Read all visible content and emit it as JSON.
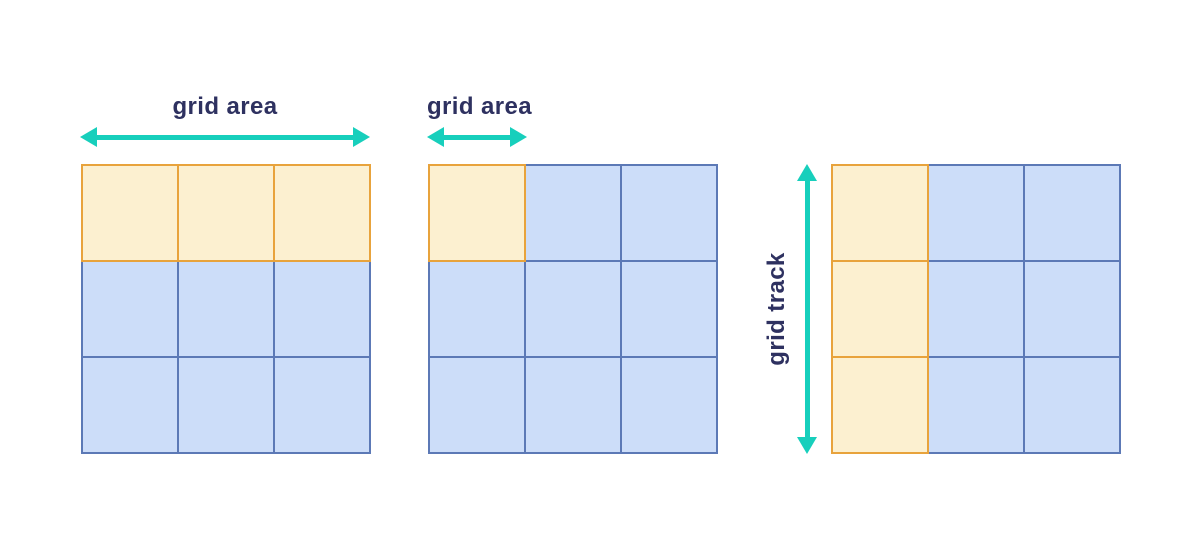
{
  "colors": {
    "accent_teal": "#17CFBC",
    "label_navy": "#2E3160",
    "highlight_fill": "#FCF0D0",
    "highlight_border": "#E8A33C",
    "cell_fill": "#CCDDF9",
    "cell_border": "#5C79B6"
  },
  "figures": [
    {
      "label": "grid area",
      "arrow": "horizontal",
      "arrow_span": "full-grid-width",
      "cells": [
        [
          "highlight",
          "highlight",
          "highlight"
        ],
        [
          "normal",
          "normal",
          "normal"
        ],
        [
          "normal",
          "normal",
          "normal"
        ]
      ]
    },
    {
      "label": "grid area",
      "arrow": "horizontal",
      "arrow_span": "one-cell-width",
      "cells": [
        [
          "highlight",
          "normal",
          "normal"
        ],
        [
          "normal",
          "normal",
          "normal"
        ],
        [
          "normal",
          "normal",
          "normal"
        ]
      ]
    },
    {
      "label": "grid track",
      "arrow": "vertical",
      "arrow_span": "full-grid-height",
      "cells": [
        [
          "highlight",
          "normal",
          "normal"
        ],
        [
          "highlight",
          "normal",
          "normal"
        ],
        [
          "highlight",
          "normal",
          "normal"
        ]
      ]
    }
  ]
}
